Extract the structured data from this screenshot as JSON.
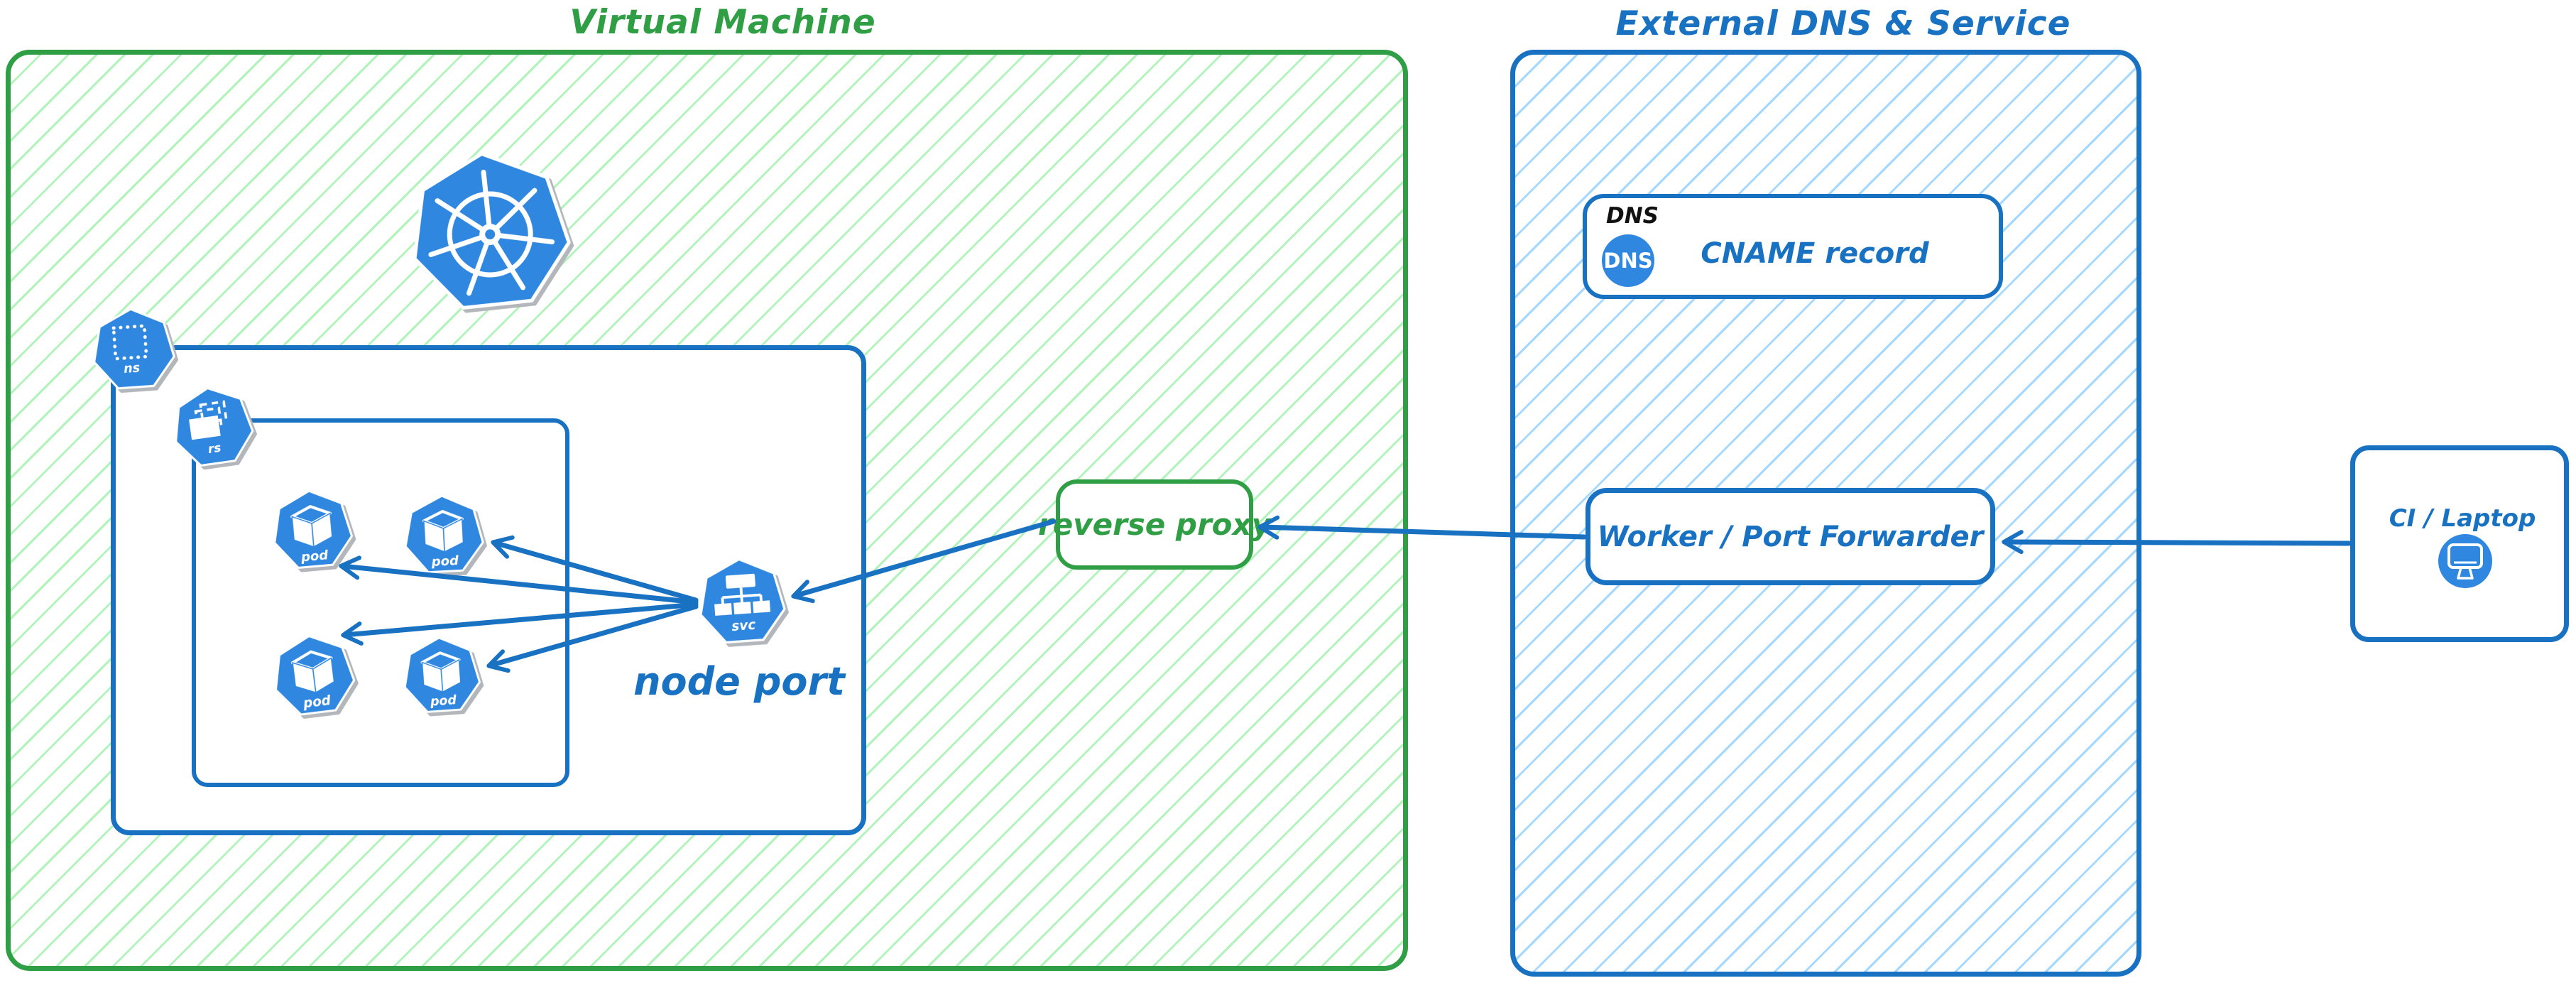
{
  "palette": {
    "green_stroke": "#2f9e44",
    "green_hatch": "#b2f2bb",
    "blue_stroke": "#1971c2",
    "blue_hatch": "#a5d8ff",
    "icon_blue": "#2f87e0",
    "heading_black": "#111111"
  },
  "virtual_machine": {
    "title": "Virtual Machine"
  },
  "cluster": {
    "namespace_badge": "ns",
    "replicaset_badge": "rs",
    "pod_labels": [
      "pod",
      "pod",
      "pod",
      "pod"
    ],
    "service_badge": "svc",
    "service_caption": "node port"
  },
  "reverse_proxy": {
    "label": "reverse proxy"
  },
  "external": {
    "title": "External DNS & Service",
    "dns_card": {
      "heading": "DNS",
      "icon_text": "DNS",
      "record_label": "CNAME record"
    },
    "worker": {
      "label": "Worker / Port Forwarder"
    }
  },
  "ci_laptop": {
    "label": "CI / Laptop"
  }
}
